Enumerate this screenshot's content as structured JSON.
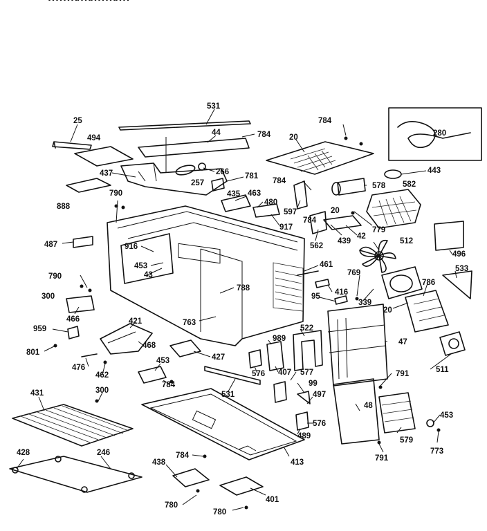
{
  "header_strip": "- - -  -  -   - -    -- -   - --   - -   - - -   -- -   - -",
  "callouts": [
    {
      "id": "c531a",
      "text": "531"
    },
    {
      "id": "c25",
      "text": "25"
    },
    {
      "id": "c44",
      "text": "44"
    },
    {
      "id": "c784a",
      "text": "784"
    },
    {
      "id": "c784b",
      "text": "784"
    },
    {
      "id": "c494",
      "text": "494"
    },
    {
      "id": "c20a",
      "text": "20"
    },
    {
      "id": "c280",
      "text": "280"
    },
    {
      "id": "c437",
      "text": "437"
    },
    {
      "id": "c266",
      "text": "266"
    },
    {
      "id": "c781",
      "text": "781"
    },
    {
      "id": "c443",
      "text": "443"
    },
    {
      "id": "c257",
      "text": "257"
    },
    {
      "id": "c784c",
      "text": "784"
    },
    {
      "id": "c578",
      "text": "578"
    },
    {
      "id": "c582",
      "text": "582"
    },
    {
      "id": "c790a",
      "text": "790"
    },
    {
      "id": "c435",
      "text": "435"
    },
    {
      "id": "c463",
      "text": "463"
    },
    {
      "id": "c888",
      "text": "888"
    },
    {
      "id": "c480",
      "text": "480"
    },
    {
      "id": "c597",
      "text": "597"
    },
    {
      "id": "c20b",
      "text": "20"
    },
    {
      "id": "c784d",
      "text": "784"
    },
    {
      "id": "c917",
      "text": "917"
    },
    {
      "id": "c42",
      "text": "42"
    },
    {
      "id": "c779",
      "text": "779"
    },
    {
      "id": "c439",
      "text": "439"
    },
    {
      "id": "c562",
      "text": "562"
    },
    {
      "id": "c512",
      "text": "512"
    },
    {
      "id": "c487",
      "text": "487"
    },
    {
      "id": "c916",
      "text": "916"
    },
    {
      "id": "c496",
      "text": "496"
    },
    {
      "id": "c453a",
      "text": "453"
    },
    {
      "id": "c461",
      "text": "461"
    },
    {
      "id": "c43",
      "text": "43"
    },
    {
      "id": "c533",
      "text": "533"
    },
    {
      "id": "c790b",
      "text": "790"
    },
    {
      "id": "c769",
      "text": "769"
    },
    {
      "id": "c416",
      "text": "416"
    },
    {
      "id": "c786",
      "text": "786"
    },
    {
      "id": "c788",
      "text": "788"
    },
    {
      "id": "c300a",
      "text": "300"
    },
    {
      "id": "c95",
      "text": "95"
    },
    {
      "id": "c339",
      "text": "339"
    },
    {
      "id": "c20c",
      "text": "20"
    },
    {
      "id": "c466",
      "text": "466"
    },
    {
      "id": "c421",
      "text": "421"
    },
    {
      "id": "c763",
      "text": "763"
    },
    {
      "id": "c959",
      "text": "959"
    },
    {
      "id": "c522",
      "text": "522"
    },
    {
      "id": "c989",
      "text": "989"
    },
    {
      "id": "c47",
      "text": "47"
    },
    {
      "id": "c468",
      "text": "468"
    },
    {
      "id": "c801",
      "text": "801"
    },
    {
      "id": "c427",
      "text": "427"
    },
    {
      "id": "c511",
      "text": "511"
    },
    {
      "id": "c476",
      "text": "476"
    },
    {
      "id": "c576a",
      "text": "576"
    },
    {
      "id": "c407",
      "text": "407"
    },
    {
      "id": "c577",
      "text": "577"
    },
    {
      "id": "c453b",
      "text": "453"
    },
    {
      "id": "c462",
      "text": "462"
    },
    {
      "id": "c784e",
      "text": "784"
    },
    {
      "id": "c791a",
      "text": "791"
    },
    {
      "id": "c99",
      "text": "99"
    },
    {
      "id": "c431",
      "text": "431"
    },
    {
      "id": "c300b",
      "text": "300"
    },
    {
      "id": "c531b",
      "text": "531"
    },
    {
      "id": "c497",
      "text": "497"
    },
    {
      "id": "c48",
      "text": "48"
    },
    {
      "id": "c453c",
      "text": "453"
    },
    {
      "id": "c576b",
      "text": "576"
    },
    {
      "id": "c489",
      "text": "489"
    },
    {
      "id": "c579",
      "text": "579"
    },
    {
      "id": "c773",
      "text": "773"
    },
    {
      "id": "c428",
      "text": "428"
    },
    {
      "id": "c246",
      "text": "246"
    },
    {
      "id": "c784f",
      "text": "784"
    },
    {
      "id": "c413",
      "text": "413"
    },
    {
      "id": "c791b",
      "text": "791"
    },
    {
      "id": "c438",
      "text": "438"
    },
    {
      "id": "c401",
      "text": "401"
    },
    {
      "id": "c780a",
      "text": "780"
    },
    {
      "id": "c780b",
      "text": "780"
    }
  ]
}
